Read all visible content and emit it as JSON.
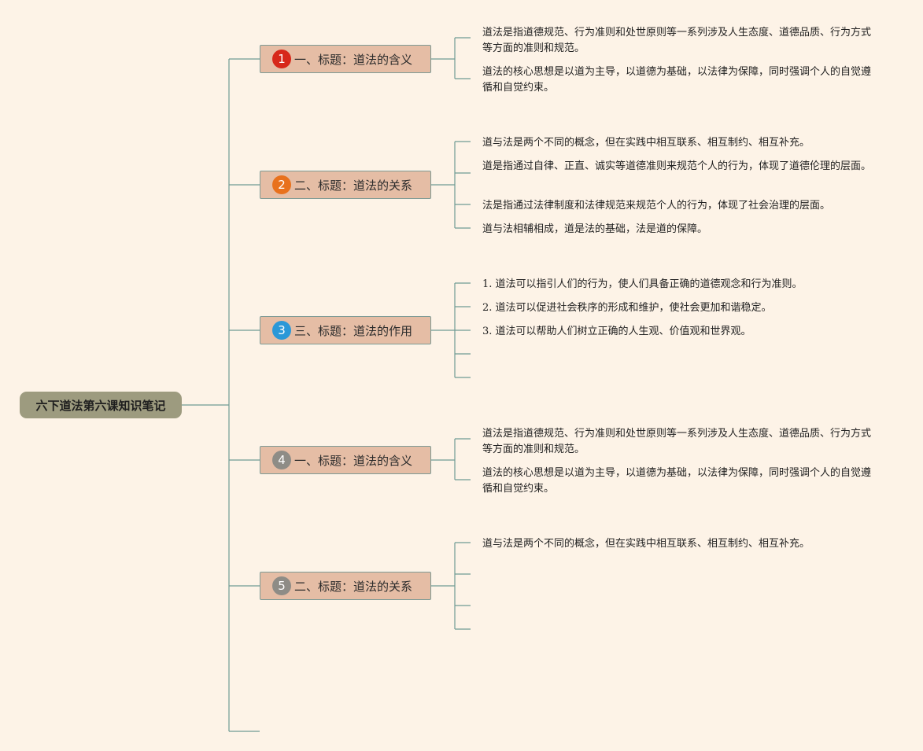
{
  "root": {
    "label": "六下道法第六课知识笔记"
  },
  "branches": [
    {
      "badge": "1",
      "badge_color": "#d7281a",
      "label": "一、标题：道法的含义",
      "items": [
        "道法是指道德规范、行为准则和处世原则等一系列涉及人生态度、道德品质、行为方式等方面的准则和规范。",
        "道法的核心思想是以道为主导，以道德为基础，以法律为保障，同时强调个人的自觉遵循和自觉约束。"
      ]
    },
    {
      "badge": "2",
      "badge_color": "#e8711d",
      "label": "二、标题：道法的关系",
      "items": [
        "道与法是两个不同的概念，但在实践中相互联系、相互制约、相互补充。",
        "道是指通过自律、正直、诚实等道德准则来规范个人的行为，体现了道德伦理的层面。",
        "法是指通过法律制度和法律规范来规范个人的行为，体现了社会治理的层面。",
        "道与法相辅相成，道是法的基础，法是道的保障。"
      ]
    },
    {
      "badge": "3",
      "badge_color": "#2b98d8",
      "label": "三、标题：道法的作用",
      "items": [
        "1. 道法可以指引人们的行为，使人们具备正确的道德观念和行为准则。",
        "2. 道法可以促进社会秩序的形成和维护，使社会更加和谐稳定。",
        "3. 道法可以帮助人们树立正确的人生观、价值观和世界观。",
        "",
        ""
      ]
    },
    {
      "badge": "4",
      "badge_color": "#8e8c86",
      "label": "一、标题：道法的含义",
      "items": [
        "道法是指道德规范、行为准则和处世原则等一系列涉及人生态度、道德品质、行为方式等方面的准则和规范。",
        "道法的核心思想是以道为主导，以道德为基础，以法律为保障，同时强调个人的自觉遵循和自觉约束。"
      ]
    },
    {
      "badge": "5",
      "badge_color": "#8e8c86",
      "label": "二、标题：道法的关系",
      "items": [
        "道与法是两个不同的概念，但在实践中相互联系、相互制约、相互补充。",
        "",
        "",
        ""
      ]
    }
  ],
  "colors": {
    "background": "#fdf3e7",
    "connector": "#6f9b94",
    "branch_fill": "#e5bda5",
    "root_fill": "#9d9b7f"
  }
}
